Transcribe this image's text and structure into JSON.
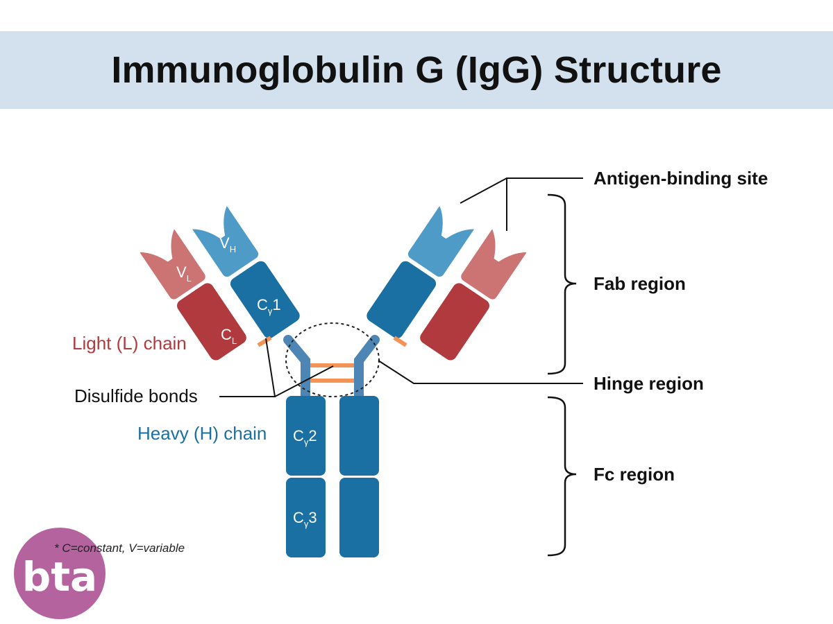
{
  "title": "Immunoglobulin G (IgG) Structure",
  "labels": {
    "antigen_binding_site": "Antigen-binding site",
    "fab_region": "Fab region",
    "hinge_region": "Hinge region",
    "fc_region": "Fc region",
    "light_chain": "Light (L) chain",
    "heavy_chain": "Heavy (H) chain",
    "disulfide_bonds": "Disulfide bonds"
  },
  "domains": {
    "v": "V",
    "c": "C",
    "sub_h": "H",
    "sub_l": "L",
    "sub_gamma": "γ",
    "num_1": "1",
    "num_2": "2",
    "num_3": "3"
  },
  "footnote": "* C=constant, V=variable",
  "logo_text": "bta",
  "colors": {
    "heavy_dark": "#1a6fa3",
    "heavy_light": "#4d9bc6",
    "light_dark": "#b03a3e",
    "light_light": "#cc7374",
    "disulfide": "#f39456",
    "title_band": "#d3e1ee",
    "logo": "#b5639f"
  }
}
